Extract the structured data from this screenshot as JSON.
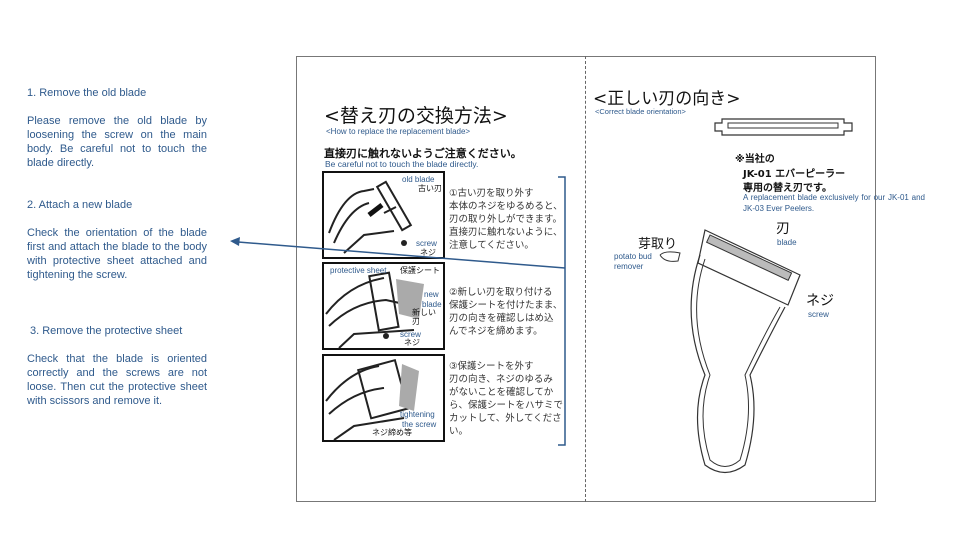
{
  "instructions": [
    {
      "title": "1.  Remove the old blade",
      "body": "Please remove the old blade by loosening the screw on the main body. Be careful not to touch the blade directly."
    },
    {
      "title": "2. Attach a new blade",
      "body": "Check the orientation of the blade first and attach the blade to the body with protective sheet attached and tightening the screw."
    },
    {
      "title": "3. Remove the protective sheet",
      "body": "Check that the blade is oriented correctly and the screws are not loose. Then cut the protective sheet with scissors and remove it."
    }
  ],
  "doc": {
    "left": {
      "title_jp": "<替え刃の交換方法>",
      "title_en": "<How to replace the replacement blade>",
      "warning_jp": "直接刃に触れないようご注意ください。",
      "warning_en": "Be careful not to touch the blade directly.",
      "steps": [
        {
          "text": "①古い刃を取り外す\n本体のネジをゆるめると、\n刃の取り外しができます。\n直接刃に触れないように、\n注意してください。",
          "labels": [
            "old blade",
            "古い刃",
            "screw",
            "ネジ"
          ]
        },
        {
          "text": "②新しい刃を取り付ける\n保護シートを付けたまま、\n刃の向きを確認しはめ込\nんでネジを締めます。",
          "labels": [
            "protective sheet",
            "保護シート",
            "new",
            "blade",
            "新しい刃",
            "screw",
            "ネジ"
          ]
        },
        {
          "text": "③保護シートを外す\n刃の向き、ネジのゆるみ\nがないことを確認してか\nら、保護シートをハサミで\nカットして、外してくださ\nい。",
          "labels": [
            "tightening",
            "the screw",
            "ネジ締め等"
          ]
        }
      ]
    },
    "right": {
      "title_jp": "<正しい刃の向き>",
      "title_en": "<Correct blade orientation>",
      "note_jp": [
        "※当社の",
        "JK-01 エバーピーラー",
        "専用の替え刃です。"
      ],
      "note_en": "A replacement blade exclusively for our JK-01 and JK-03 Ever Peelers.",
      "blade_jp": "刃",
      "blade_en": "blade",
      "bud_jp": "芽取り",
      "bud_en": "potato bud remover",
      "screw_jp": "ネジ",
      "screw_en": "screw"
    }
  }
}
